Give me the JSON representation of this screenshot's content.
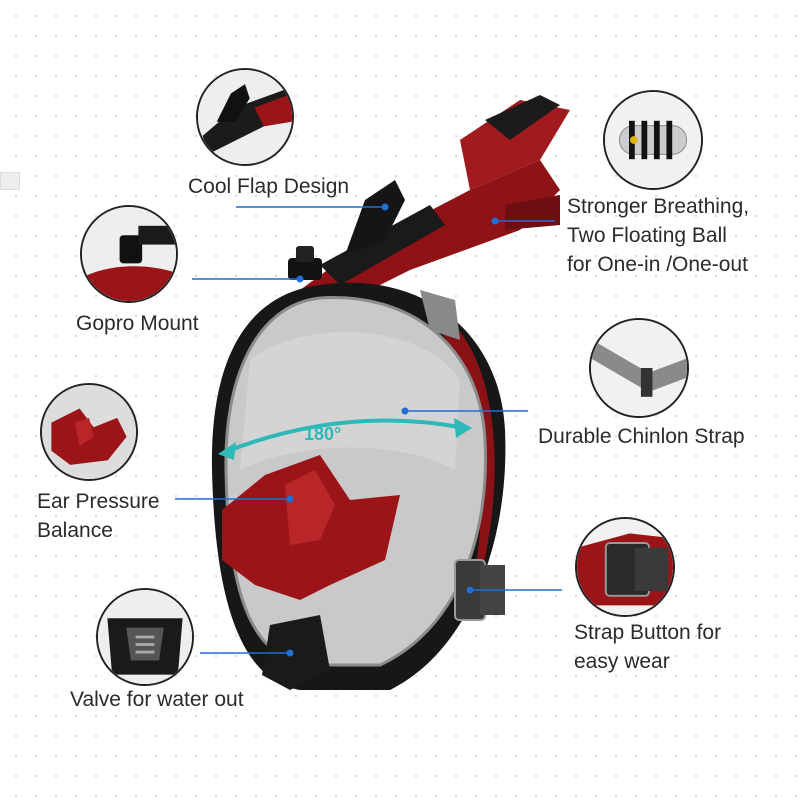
{
  "features": {
    "cool_flap": {
      "text": "Cool Flap Design"
    },
    "gopro": {
      "text": "Gopro Mount"
    },
    "ear_pressure": {
      "line1": "Ear Pressure",
      "line2": "Balance"
    },
    "valve": {
      "text": "Valve for water out"
    },
    "breathing": {
      "line1": "Stronger Breathing,",
      "line2": "Two Floating Ball",
      "line3": "for One-in /One-out"
    },
    "strap": {
      "text": "Durable Chinlon Strap"
    },
    "strap_button": {
      "line1": "Strap Button for",
      "line2": "easy wear"
    }
  },
  "angle_label": "180°",
  "colors": {
    "leader_line": "#1f6fd6",
    "accent_red": "#9b1418",
    "frame_black": "#1a1a1a",
    "lens": "#c8c8c8",
    "angle_arrow": "#2fb8b8"
  }
}
